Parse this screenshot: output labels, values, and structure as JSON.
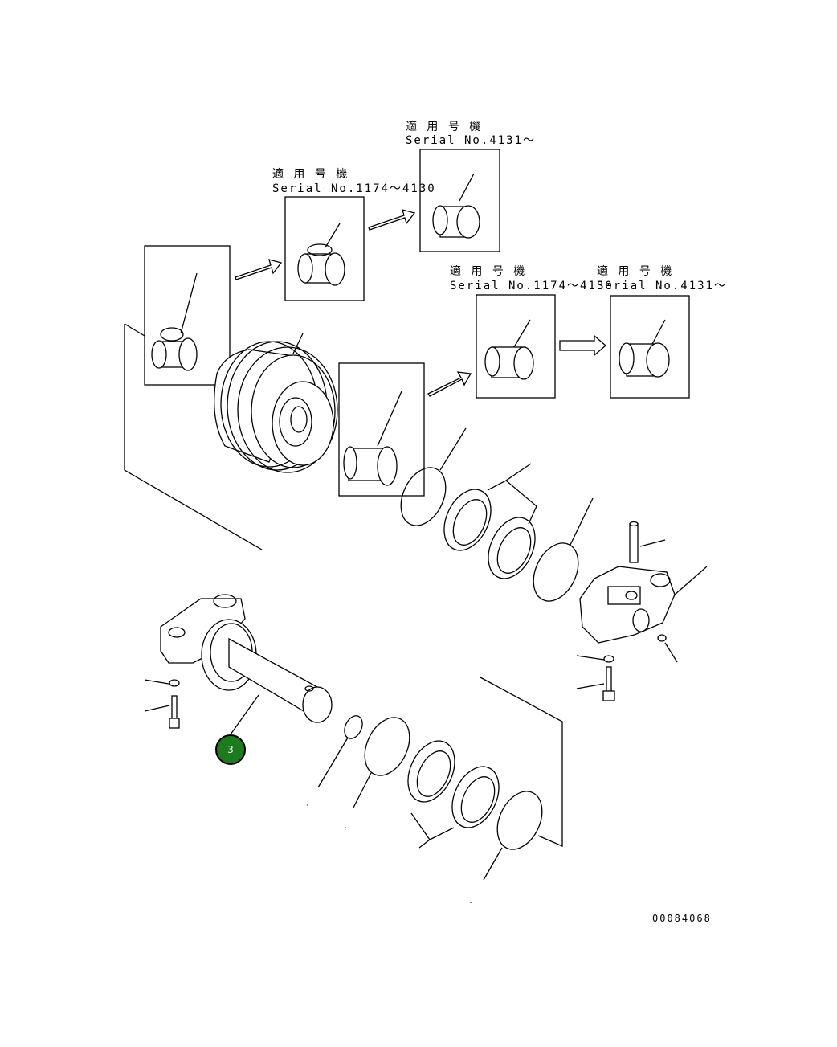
{
  "labels": {
    "top_right": {
      "jp": "適 用 号 機",
      "serial": "Serial No.4131～"
    },
    "top_mid": {
      "jp": "適 用 号 機",
      "serial": "Serial No.1174～4130"
    },
    "mid_left": {
      "jp": "適 用 号 機",
      "serial": "Serial No.1174～4130"
    },
    "mid_right": {
      "jp": "適 用 号 機",
      "serial": "Serial No.4131～"
    }
  },
  "callouts": [
    {
      "number": "3",
      "color": "#1e7a1e"
    }
  ],
  "drawing_number": "00084068"
}
